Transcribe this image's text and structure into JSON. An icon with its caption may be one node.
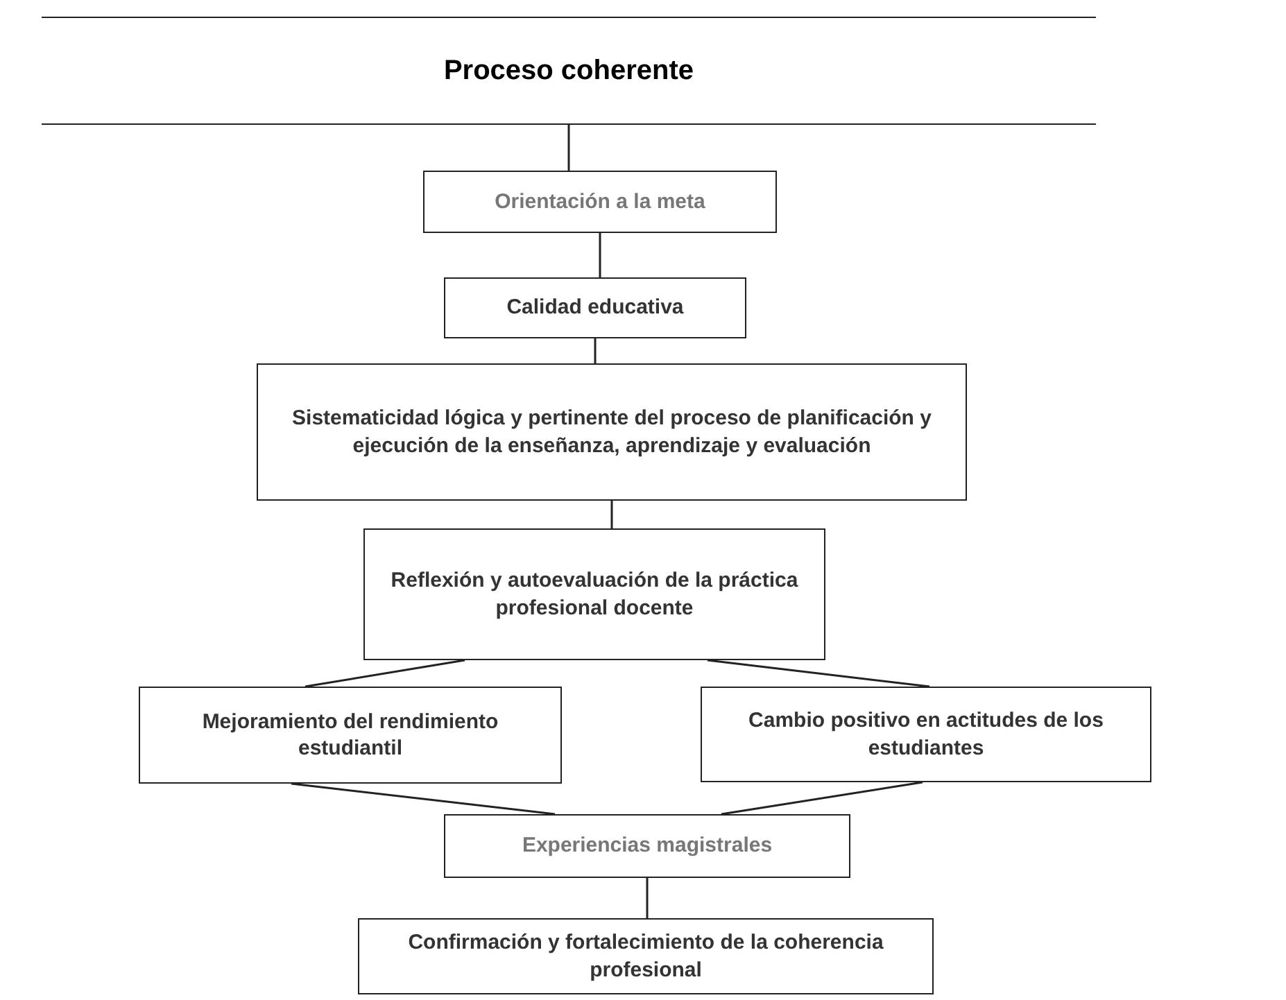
{
  "diagram": {
    "nodes": [
      {
        "text": [
          "Proceso coherente"
        ]
      },
      {
        "text": [
          "Orientación a la meta"
        ]
      },
      {
        "text": [
          "Calidad educativa"
        ]
      },
      {
        "text": [
          "Sistematicidad lógica y pertinente del proceso de planificación y ejecución de la enseñanza, aprendizaje y evaluación"
        ]
      },
      {
        "text": [
          "Reflexión y autoevaluación de la práctica profesional docente"
        ]
      },
      {
        "text": [
          "Mejoramiento del rendimiento estudiantil"
        ]
      },
      {
        "text": [
          "Cambio positivo en actitudes de los estudiantes"
        ]
      },
      {
        "text": [
          "Experiencias magistrales"
        ]
      },
      {
        "text": [
          "Confirmación y fortalecimiento de la coherencia profesional"
        ]
      }
    ],
    "edges": [
      {
        "from": 0,
        "to": 1,
        "arrow": "none"
      },
      {
        "from": 1,
        "to": 2,
        "arrow": "none"
      },
      {
        "from": 2,
        "to": 3,
        "arrow": "none"
      },
      {
        "from": 3,
        "to": 4,
        "arrow": "none"
      },
      {
        "from": 4,
        "to": 5,
        "arrow": "none"
      },
      {
        "from": 4,
        "to": 6,
        "arrow": "none"
      },
      {
        "from": 5,
        "to": 7,
        "arrow": "none"
      },
      {
        "from": 6,
        "to": 7,
        "arrow": "none"
      },
      {
        "from": 7,
        "to": 8,
        "arrow": "none"
      }
    ]
  }
}
